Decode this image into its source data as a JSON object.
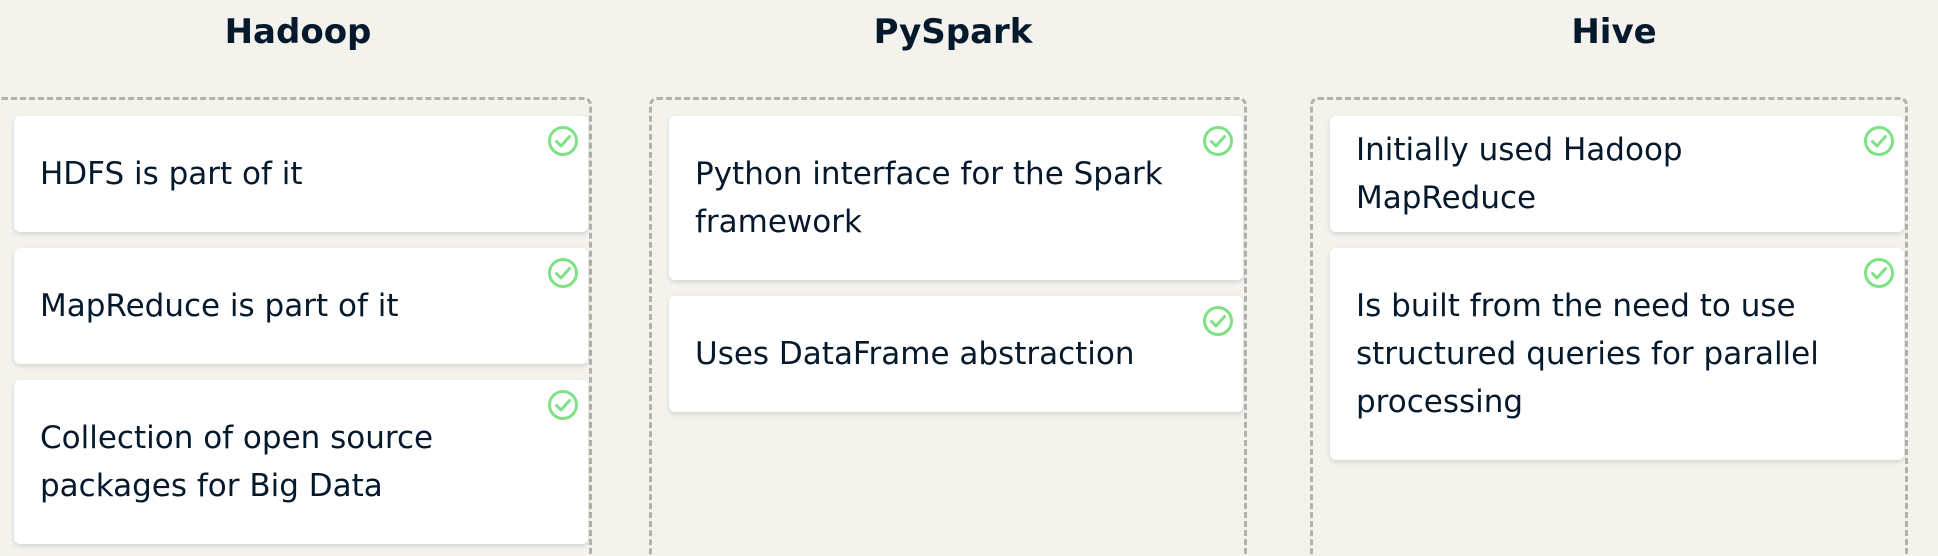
{
  "columns": [
    {
      "title": "Hadoop",
      "cards": [
        {
          "text": "HDFS is part of it",
          "status": "correct"
        },
        {
          "text": "MapReduce is part of it",
          "status": "correct"
        },
        {
          "text": "Collection of open source packages for Big Data",
          "status": "correct"
        }
      ]
    },
    {
      "title": "PySpark",
      "cards": [
        {
          "text": "Python interface for the Spark framework",
          "status": "correct"
        },
        {
          "text": "Uses DataFrame abstraction",
          "status": "correct"
        }
      ]
    },
    {
      "title": "Hive",
      "cards": [
        {
          "text": "Initially used Hadoop MapReduce",
          "status": "correct"
        },
        {
          "text": "Is built from the need to use structured queries for parallel processing",
          "status": "correct"
        }
      ]
    }
  ],
  "colors": {
    "background": "#f4f2ec",
    "text": "#05192d",
    "check": "#7ee185",
    "dashed_border": "#b3b1ab"
  },
  "icons": {
    "card_status": "check-circle-icon"
  }
}
